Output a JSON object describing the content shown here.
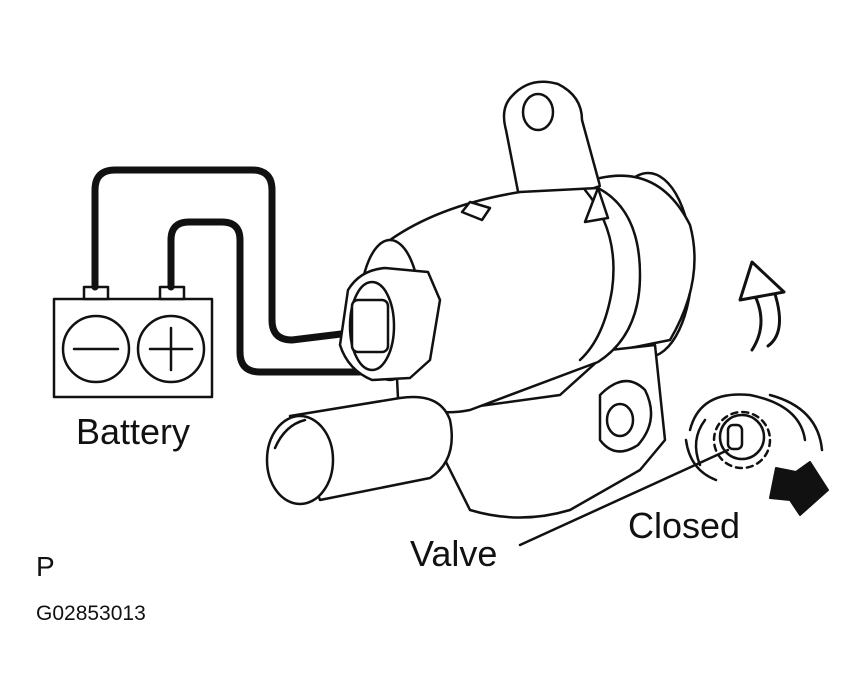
{
  "labels": {
    "battery": "Battery",
    "valve": "Valve",
    "closed": "Closed",
    "view_letter": "P",
    "figure_code": "G02853013"
  },
  "icons": [
    "battery-icon",
    "minus-terminal-icon",
    "plus-terminal-icon",
    "valve-assembly-icon",
    "rotation-arrow-icon",
    "push-arrow-icon"
  ],
  "colors": {
    "line": "#111111",
    "background": "#ffffff"
  }
}
